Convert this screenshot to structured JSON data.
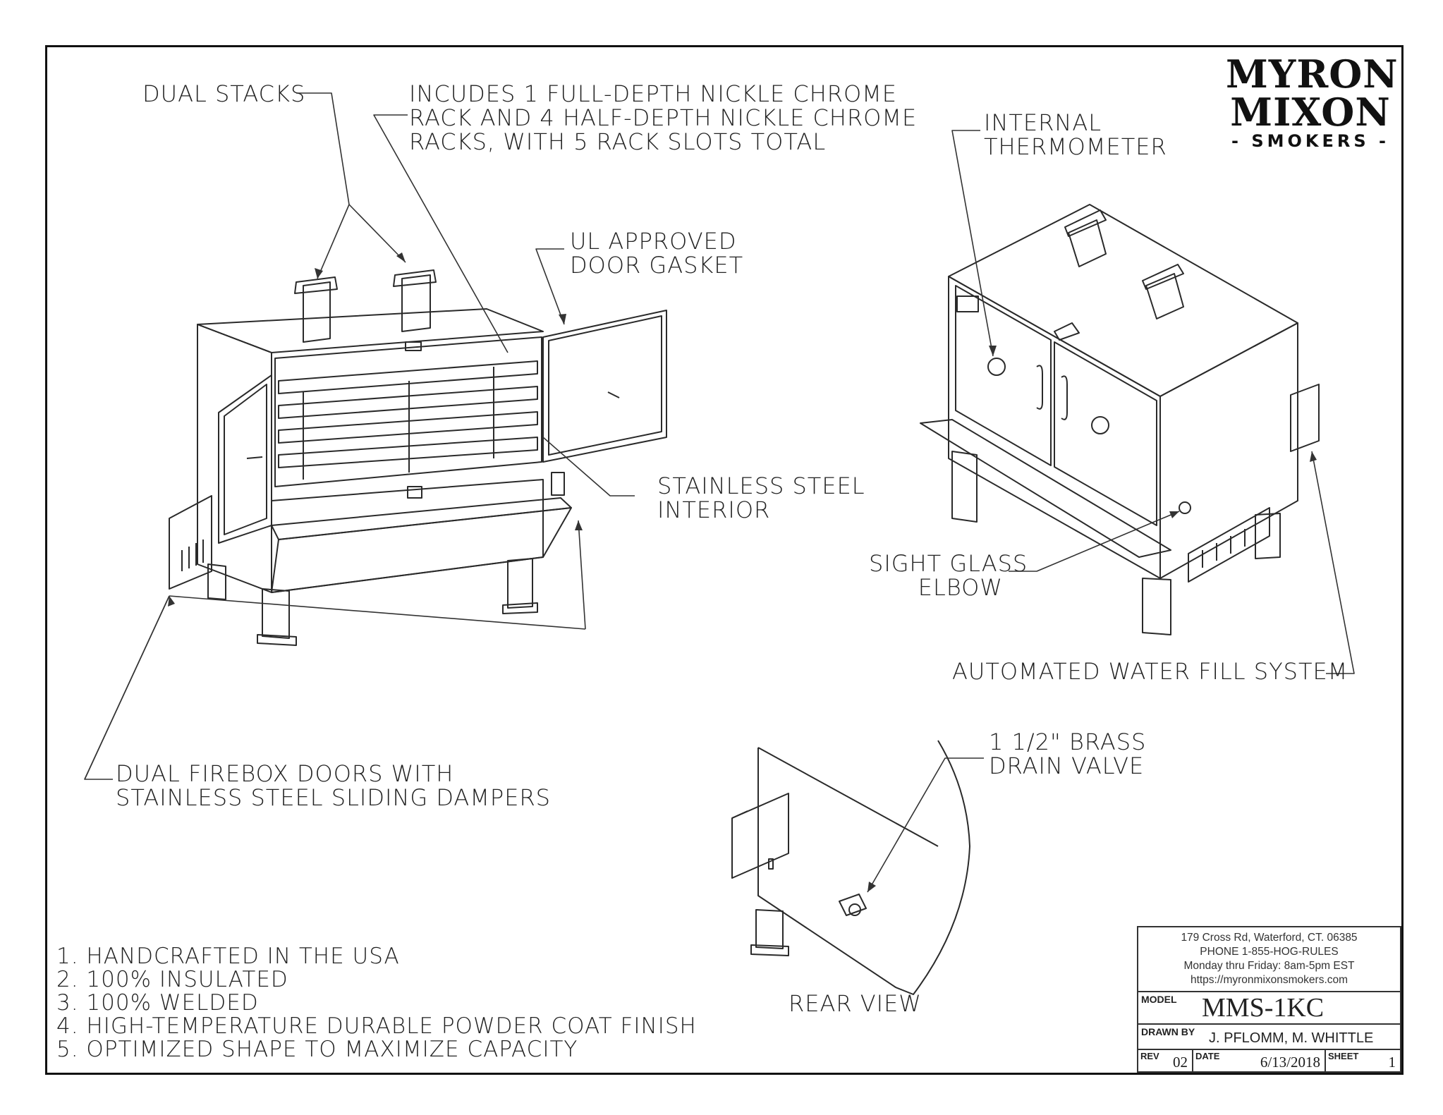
{
  "brand": {
    "line1": "MYRON",
    "line2": "MIXON",
    "line3": "- SMOKERS -"
  },
  "callouts": {
    "dual_stacks": "DUAL STACKS",
    "racks": [
      "INCUDES 1 FULL-DEPTH NICKLE CHROME",
      "RACK AND 4 HALF-DEPTH NICKLE CHROME",
      "RACKS, WITH 5 RACK SLOTS TOTAL"
    ],
    "door_gasket": [
      "UL APPROVED",
      "DOOR GASKET"
    ],
    "interior": [
      "STAINLESS STEEL",
      "INTERIOR"
    ],
    "firebox": [
      "DUAL FIREBOX DOORS WITH",
      "STAINLESS STEEL SLIDING DAMPERS"
    ],
    "thermometer": [
      "INTERNAL",
      "THERMOMETER"
    ],
    "sight_glass": [
      "SIGHT GLASS",
      "ELBOW"
    ],
    "water_fill": "AUTOMATED WATER FILL SYSTEM",
    "drain_valve": [
      "1 1/2\" BRASS",
      "DRAIN VALVE"
    ],
    "rear_view": "REAR VIEW"
  },
  "features": [
    "1. HANDCRAFTED IN THE USA",
    "2. 100% INSULATED",
    "3. 100% WELDED",
    "4. HIGH-TEMPERATURE DURABLE POWDER COAT FINISH",
    "5. OPTIMIZED SHAPE TO MAXIMIZE CAPACITY"
  ],
  "title_block": {
    "contact": [
      "179 Cross Rd, Waterford, CT. 06385",
      "PHONE 1-855-HOG-RULES",
      "Monday thru Friday: 8am-5pm EST",
      "https://myronmixonsmokers.com"
    ],
    "model_label": "MODEL",
    "model_value": "MMS-1KC",
    "drawn_label": "DRAWN BY",
    "drawn_value": "J. PFLOMM, M. WHITTLE",
    "rev_label": "REV",
    "rev_value": "02",
    "date_label": "DATE",
    "date_value": "6/13/2018",
    "sheet_label": "SHEET",
    "sheet_value": "1"
  },
  "colors": {
    "line": "#2a2a2a",
    "border": "#111111",
    "background": "#ffffff"
  }
}
